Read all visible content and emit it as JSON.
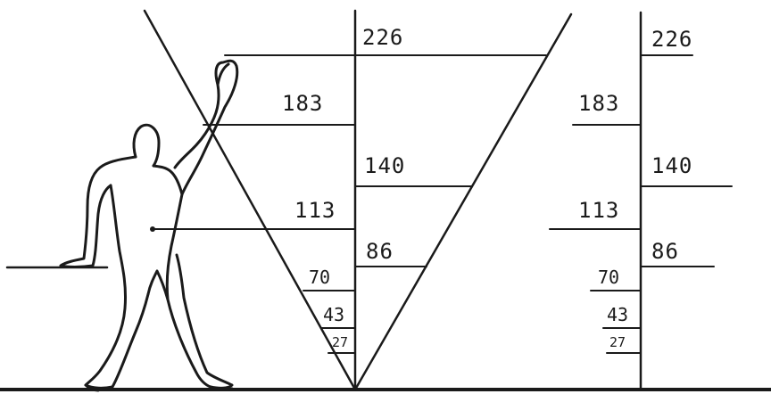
{
  "diagram": {
    "left_scale": {
      "labels": {
        "v226": "226",
        "v183": "183",
        "v140": "140",
        "v113": "113",
        "v86": "86",
        "v70": "70",
        "v43": "43",
        "v27": "27"
      }
    },
    "right_scale": {
      "labels": {
        "v226": "226",
        "v183": "183",
        "v140": "140",
        "v113": "113",
        "v86": "86",
        "v70": "70",
        "v43": "43",
        "v27": "27"
      }
    },
    "colors": {
      "ink": "#1a1a1a",
      "paper": "#ffffff"
    }
  }
}
